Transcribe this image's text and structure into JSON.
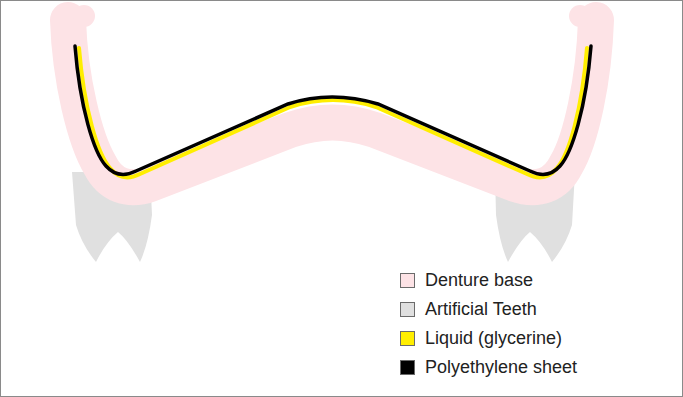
{
  "diagram": {
    "legend": [
      {
        "text": "Denture base",
        "color": "#fde3e6"
      },
      {
        "text": "Artificial Teeth",
        "color": "#e0e0e0"
      },
      {
        "text": "Liquid (glycerine)",
        "color": "#ffee00"
      },
      {
        "text": "Polyethylene sheet",
        "color": "#000000"
      }
    ]
  }
}
